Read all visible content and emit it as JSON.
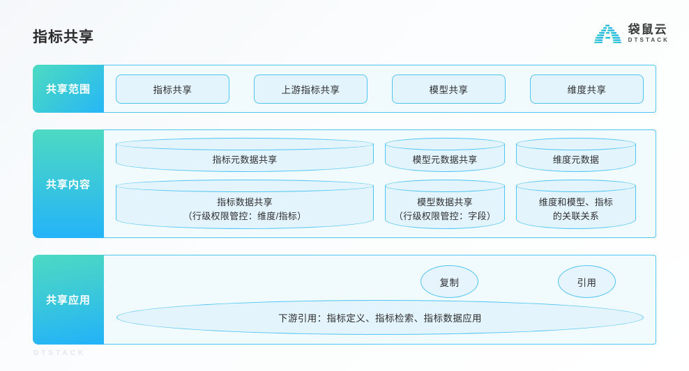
{
  "header": {
    "title": "指标共享",
    "brand_cn": "袋鼠云",
    "brand_en": "DTSTACK",
    "logo_icon": "arch-blocks-icon"
  },
  "rows": [
    {
      "label": "共享范围",
      "kind": "pills",
      "items": [
        {
          "text": "指标共享"
        },
        {
          "text": "上游指标共享"
        },
        {
          "text": "模型共享"
        },
        {
          "text": "维度共享"
        }
      ]
    },
    {
      "label": "共享内容",
      "kind": "cylinders",
      "columns": [
        {
          "cells": [
            {
              "line1": "指标元数据共享",
              "line2": ""
            },
            {
              "line1": "指标数据共享",
              "line2": "（行级权限管控：维度/指标）"
            }
          ]
        },
        {
          "cells": [
            {
              "line1": "模型元数据共享",
              "line2": ""
            },
            {
              "line1": "模型数据共享",
              "line2": "（行级权限管控：字段）"
            }
          ]
        },
        {
          "cells": [
            {
              "line1": "维度元数据",
              "line2": ""
            },
            {
              "line1": "维度和模型、指标",
              "line2": "的关联关系"
            }
          ]
        }
      ]
    },
    {
      "label": "共享应用",
      "kind": "application",
      "bubbles": [
        {
          "text": "复制"
        },
        {
          "text": "引用"
        }
      ],
      "banner": "下游引用：指标定义、指标检索、指标数据应用"
    }
  ],
  "footer": {
    "watermark": "DTSTACK"
  },
  "colors": {
    "accent_border": "#4ec5f2",
    "box_fill": "#e3f4fd",
    "panel_fill": "#f1fafd",
    "gradient_start": "#4ddbc4",
    "gradient_end": "#24b4f8",
    "page_bg": "#f7fafb",
    "title_text": "#2b2b2b"
  }
}
